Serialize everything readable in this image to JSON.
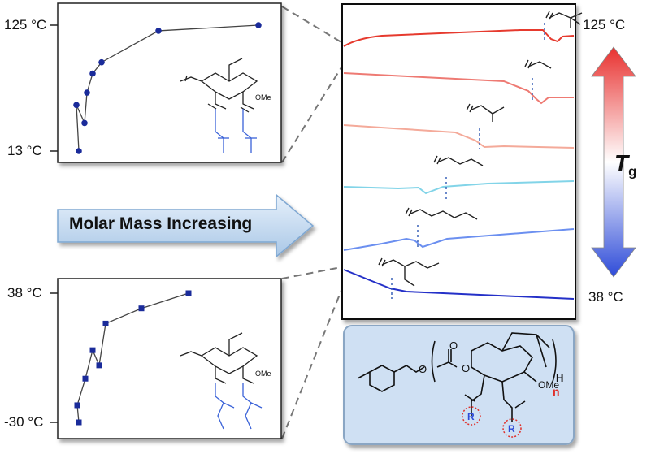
{
  "arrow_label": "Molar Mass Increasing",
  "top_plot": {
    "y_max_label": "125 °C",
    "y_min_label": "13 °C",
    "side_chain": "neopentyl"
  },
  "bottom_plot": {
    "y_max_label": "38 °C",
    "y_min_label": "-30 °C",
    "side_chain": "2-ethylhexyl"
  },
  "scale": {
    "top_label": "125 °C",
    "bottom_label": "38 °C",
    "symbol": "T",
    "symbol_sub": "g"
  },
  "structure": {
    "ome": "OMe",
    "h": "H",
    "n": "n",
    "r": "R",
    "me": "Me"
  },
  "colors": {
    "accent_red": "#e8312f",
    "accent_blue": "#2e4bd8",
    "marker": "#1a2b9a",
    "panel_fill": "#cfe0f3"
  },
  "chart_data": [
    {
      "type": "line",
      "ylim_labels": [
        "13 °C",
        "125 °C"
      ],
      "ylim": [
        13,
        125
      ],
      "x": [
        1,
        2,
        3,
        4,
        5,
        6,
        7,
        8
      ],
      "values": [
        13,
        54,
        38,
        65,
        82,
        92,
        120,
        125
      ],
      "marker": "circle"
    },
    {
      "type": "line",
      "ylim_labels": [
        "-30 °C",
        "38 °C"
      ],
      "ylim": [
        -30,
        38
      ],
      "x": [
        1,
        2,
        3,
        4,
        5,
        6,
        7,
        8
      ],
      "values": [
        -30,
        -21,
        -7,
        8,
        0,
        22,
        30,
        38
      ],
      "marker": "square"
    }
  ]
}
